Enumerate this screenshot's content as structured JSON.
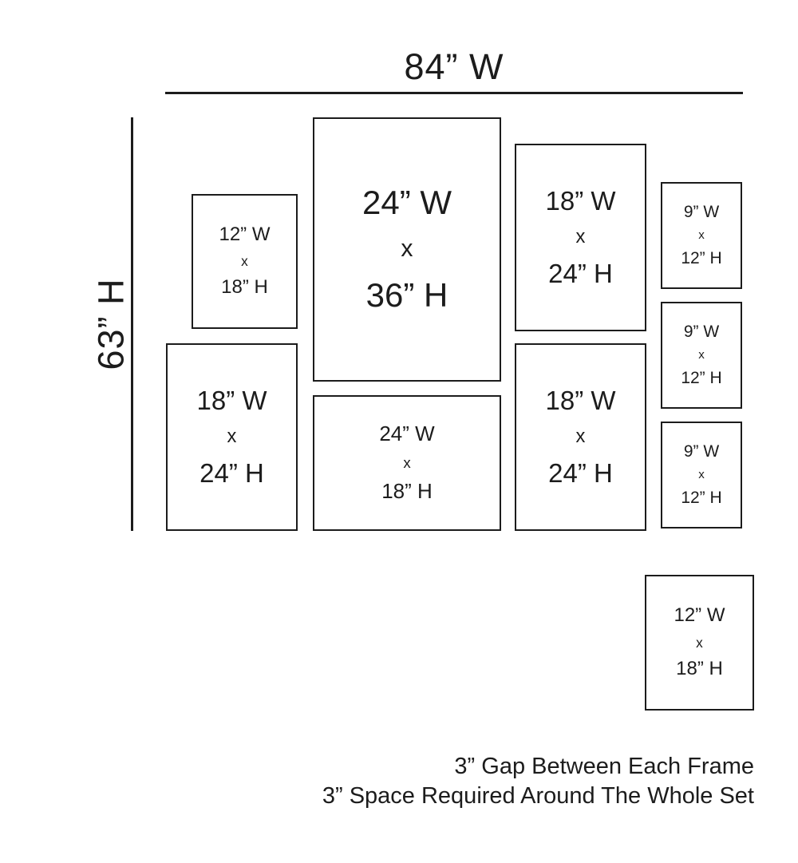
{
  "diagram": {
    "overall_width_label": "84” W",
    "overall_height_label": "63” H",
    "notes": {
      "line1": "3” Gap Between Each Frame",
      "line2": "3” Space Required Around The Whole Set"
    }
  },
  "frames": [
    {
      "id": "12w-18h-upper-left",
      "width_label": "12” W",
      "separator": "x",
      "height_label": "18” H"
    },
    {
      "id": "24w-36h-center-top",
      "width_label": "24” W",
      "separator": "x",
      "height_label": "36” H"
    },
    {
      "id": "18w-24h-upper-right",
      "width_label": "18” W",
      "separator": "x",
      "height_label": "24” H"
    },
    {
      "id": "9w-12h-right-top",
      "width_label": "9” W",
      "separator": "x",
      "height_label": "12” H"
    },
    {
      "id": "9w-12h-right-middle",
      "width_label": "9” W",
      "separator": "x",
      "height_label": "12” H"
    },
    {
      "id": "9w-12h-right-bottom",
      "width_label": "9” W",
      "separator": "x",
      "height_label": "12” H"
    },
    {
      "id": "18w-24h-lower-left",
      "width_label": "18” W",
      "separator": "x",
      "height_label": "24” H"
    },
    {
      "id": "24w-18h-center-bottom",
      "width_label": "24” W",
      "separator": "x",
      "height_label": "18” H"
    },
    {
      "id": "18w-24h-lower-right",
      "width_label": "18” W",
      "separator": "x",
      "height_label": "24” H"
    },
    {
      "id": "12w-18h-detached",
      "width_label": "12” W",
      "separator": "x",
      "height_label": "18” H"
    }
  ]
}
